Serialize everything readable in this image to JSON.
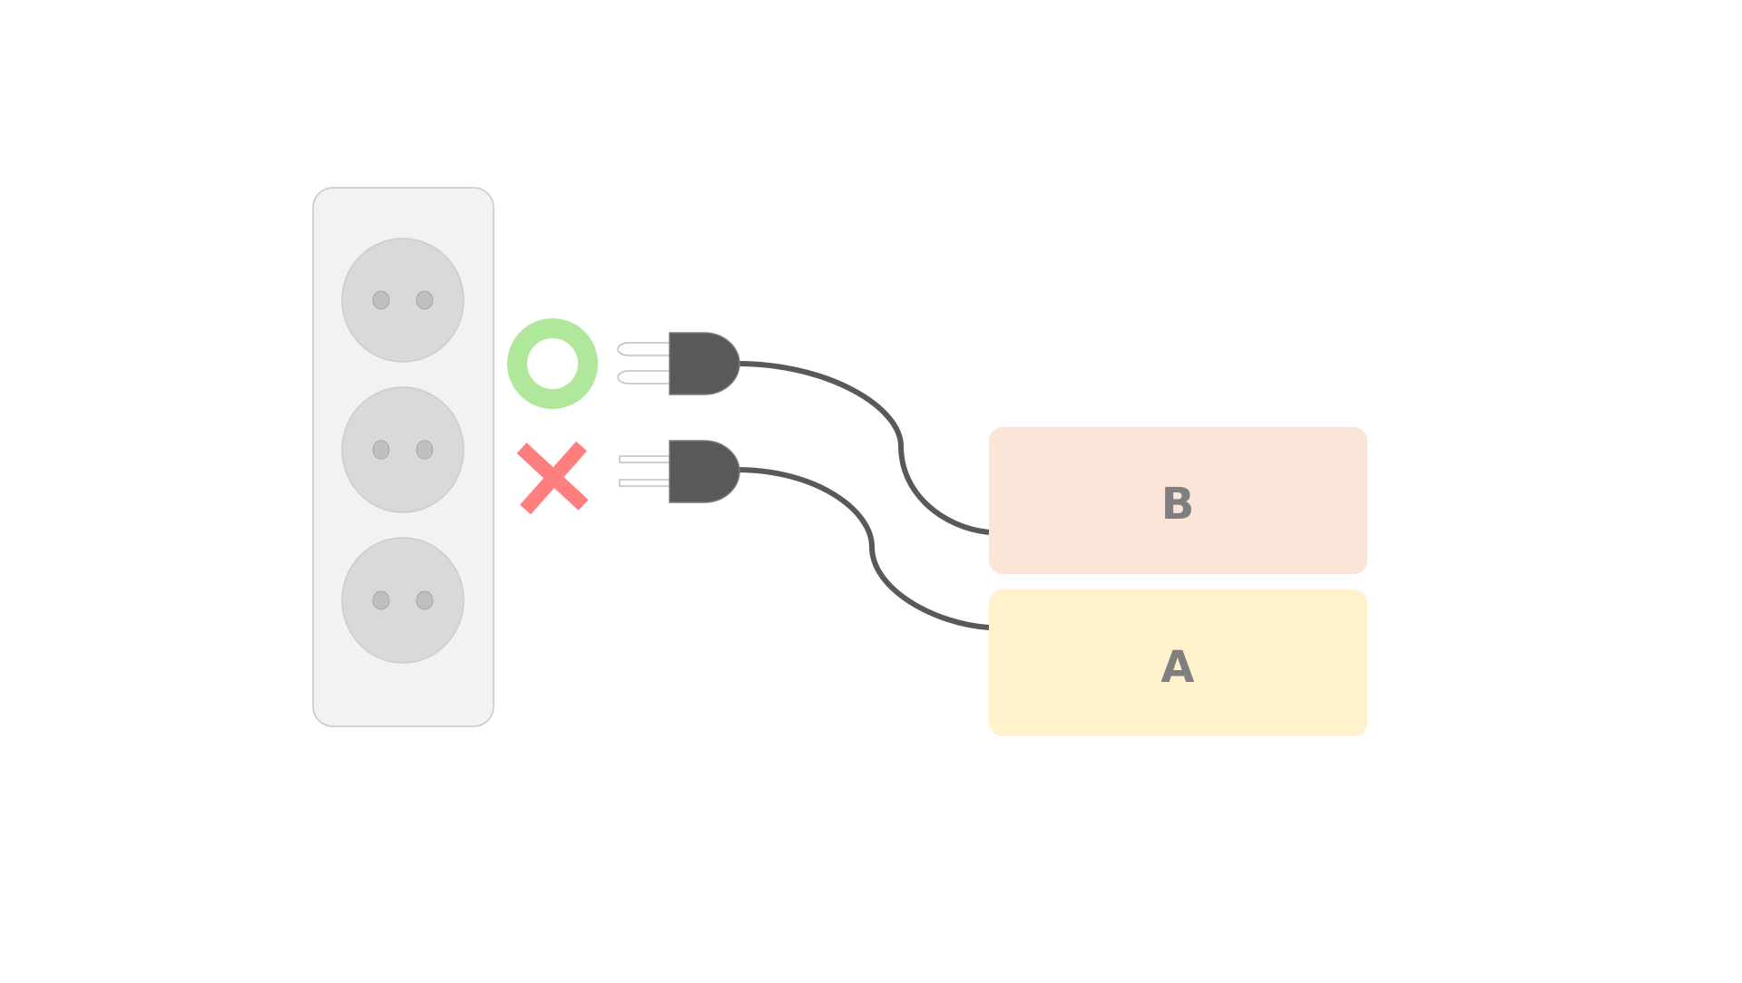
{
  "diagram": {
    "power_strip": {
      "name": "power-strip",
      "socket_count": 3
    },
    "plugs": [
      {
        "name": "plug-b",
        "status": "correct",
        "status_icon": "circle-icon",
        "prong_shape": "round",
        "connects_to": "B"
      },
      {
        "name": "plug-a",
        "status": "incorrect",
        "status_icon": "cross-icon",
        "prong_shape": "flat",
        "connects_to": "A"
      }
    ],
    "devices": [
      {
        "id": "B",
        "label": "B",
        "color": "#fae5d8"
      },
      {
        "id": "A",
        "label": "A",
        "color": "#fff2cd"
      }
    ],
    "colors": {
      "strip_fill": "#f2f2f2",
      "strip_stroke": "#c8c8c8",
      "socket_fill": "#d9d9d9",
      "socket_hole": "#bfbfbf",
      "plug_body": "#595959",
      "cable": "#595959",
      "ok_mark": "#b0e89b",
      "ng_mark": "#ff7f7f",
      "label_text": "#7f7f7f"
    }
  }
}
